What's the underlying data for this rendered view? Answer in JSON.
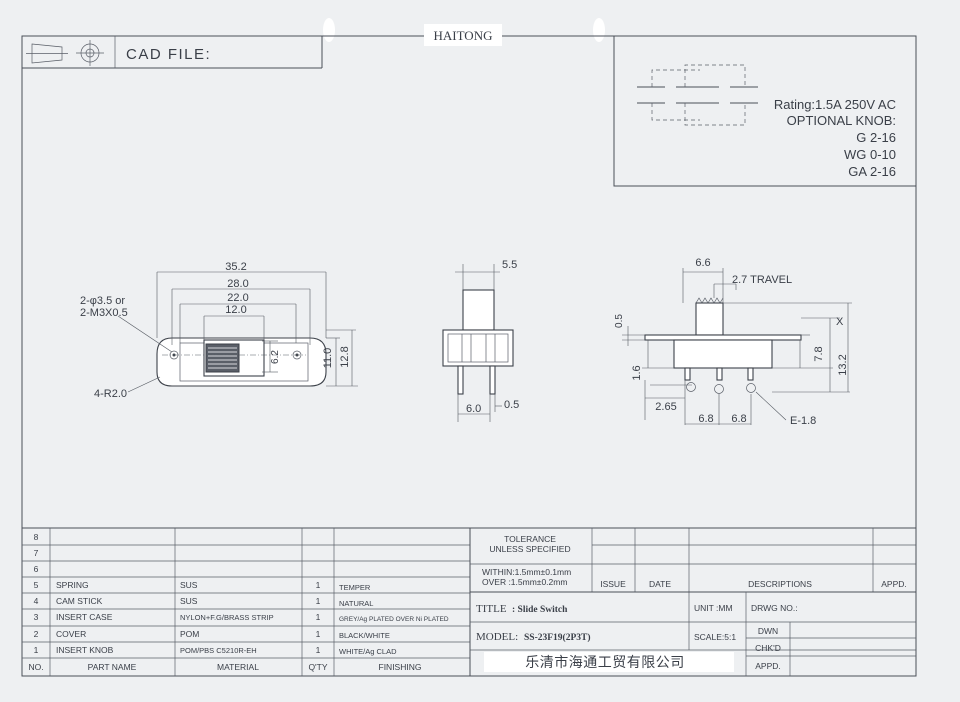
{
  "header": {
    "brand": "HAITONG",
    "cad_file_label": "CAD FILE:"
  },
  "spec": {
    "rating": "Rating:1.5A 250V AC",
    "optional_knob": "OPTIONAL KNOB:",
    "knobs": [
      "G  2-16",
      "WG  0-10",
      "GA  2-16"
    ]
  },
  "dims_front": {
    "d352": "35.2",
    "d280": "28.0",
    "d220": "22.0",
    "d120": "12.0",
    "d62": "6.2",
    "d110": "11.0",
    "d128": "12.8",
    "holes1": "2-φ3.5  or",
    "holes2": "2-M3X0.5",
    "radius": "4-R2.0"
  },
  "dims_side": {
    "d55": "5.5",
    "d60": "6.0",
    "d05": "0.5"
  },
  "dims_bottom": {
    "d66": "6.6",
    "travel": "2.7  TRAVEL",
    "x": "X",
    "d05": "0.5",
    "d16": "1.6",
    "d78": "7.8",
    "d132": "13.2",
    "d265": "2.65",
    "d68a": "6.8",
    "d68b": "6.8",
    "e18": "E-1.8"
  },
  "bom": {
    "rows": [
      {
        "no": "8",
        "part": "",
        "material": "",
        "qty": "",
        "finish": ""
      },
      {
        "no": "7",
        "part": "",
        "material": "",
        "qty": "",
        "finish": ""
      },
      {
        "no": "6",
        "part": "",
        "material": "",
        "qty": "",
        "finish": ""
      },
      {
        "no": "5",
        "part": "SPRING",
        "material": "SUS",
        "qty": "1",
        "finish": "TEMPER"
      },
      {
        "no": "4",
        "part": "CAM STICK",
        "material": "SUS",
        "qty": "1",
        "finish": "NATURAL"
      },
      {
        "no": "3",
        "part": "INSERT CASE",
        "material": "NYLON+F.G/BRASS STRIP",
        "qty": "1",
        "finish": "GREY/Ag PLATED OVER Ni PLATED"
      },
      {
        "no": "2",
        "part": "COVER",
        "material": "POM",
        "qty": "1",
        "finish": "BLACK/WHITE"
      },
      {
        "no": "1",
        "part": "INSERT KNOB",
        "material": "POM/PBS C5210R-EH",
        "qty": "1",
        "finish": "WHITE/Ag CLAD"
      }
    ],
    "headers": {
      "no": "NO.",
      "part": "PART  NAME",
      "material": "MATERIAL",
      "qty": "Q'TY",
      "finish": "FINISHING"
    }
  },
  "title_block": {
    "tolerance1": "TOLERANCE",
    "tolerance2": "UNLESS SPECIFIED",
    "within": "WITHIN:1.5mm±0.1mm",
    "over": "OVER  :1.5mm±0.2mm",
    "issue": "ISSUE",
    "date": "DATE",
    "descriptions": "DESCRIPTIONS",
    "appd": "APPD.",
    "title_label": "TITLE",
    "title_value": ": Slide  Switch",
    "unit": "UNIT :MM",
    "drwg": "DRWG NO.:",
    "model_label": "MODEL:",
    "model_value": "SS-23F19(2P3T)",
    "scale": "SCALE:5:1",
    "dwn": "DWN",
    "chkd": "CHK'D",
    "appd2": "APPD.",
    "company": "乐清市海通工贸有限公司"
  }
}
